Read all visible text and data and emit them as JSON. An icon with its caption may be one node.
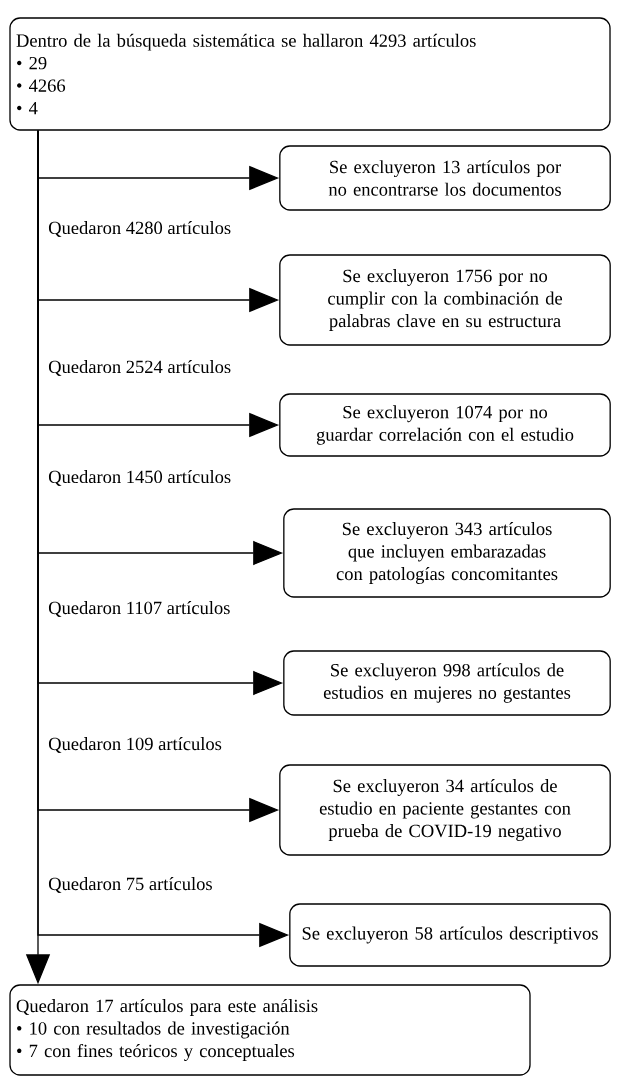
{
  "diagram": {
    "nodes": [
      {
        "text": [
          "Dentro de la búsqueda sistemática se hallaron 4293 artículos",
          "• 29",
          "• 4266",
          "• 4"
        ]
      },
      {
        "text": [
          "Se excluyeron 13 artículos por no encontrarse los documentos"
        ]
      },
      {
        "text": [
          "Se excluyeron 1756 por no cumplir con la combinación de palabras clave en su estructura"
        ]
      },
      {
        "text": [
          "Se excluyeron 1074 por no guardar correlación con el estudio"
        ]
      },
      {
        "text": [
          "Se excluyeron 343 artículos que incluyen embarazadas con patologías concomitantes"
        ]
      },
      {
        "text": [
          "Se excluyeron 998 artículos de estudios en mujeres no gestantes"
        ]
      },
      {
        "text": [
          "Se excluyeron 34 artículos de estudio en paciente gestantes con prueba de COVID-19 negativo"
        ]
      },
      {
        "text": [
          "Se excluyeron 58 artículos descriptivos"
        ]
      },
      {
        "text": [
          "Quedaron 17 artículos para este análisis",
          "• 10 con resultados de investigación",
          "• 7 con fines teóricos y conceptuales"
        ]
      }
    ],
    "edges": [
      {
        "from": 0,
        "to": 8,
        "arrow": "to"
      },
      {
        "from": 0,
        "to": 1,
        "arrow": "to"
      },
      {
        "from": 0,
        "to": 2,
        "arrow": "to"
      },
      {
        "from": 0,
        "to": 3,
        "arrow": "to"
      },
      {
        "from": 0,
        "to": 4,
        "arrow": "to"
      },
      {
        "from": 0,
        "to": 5,
        "arrow": "to"
      },
      {
        "from": 0,
        "to": 6,
        "arrow": "to"
      },
      {
        "from": 0,
        "to": 7,
        "arrow": "to"
      }
    ],
    "labels": [
      "Quedaron 4280 artículos",
      "Quedaron 2524 artículos",
      "Quedaron 1450 artículos",
      "Quedaron 1107 artículos",
      "Quedaron 109 artículos",
      "Quedaron 75 artículos"
    ]
  }
}
